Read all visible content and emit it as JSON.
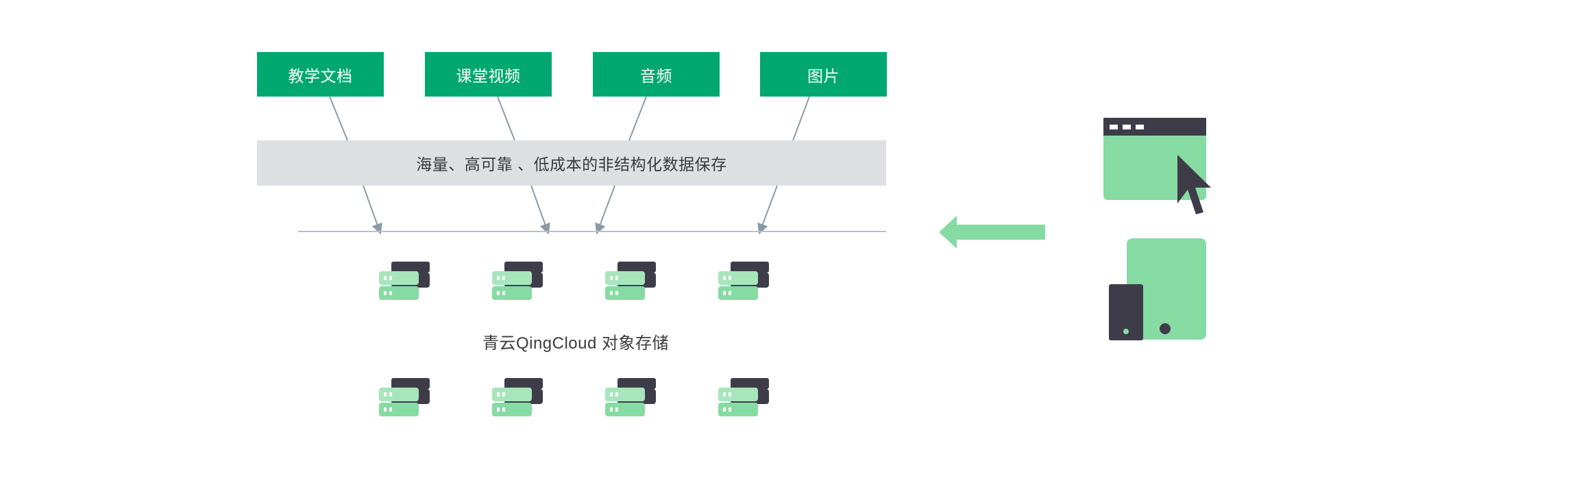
{
  "data_types": [
    {
      "label": "教学文档"
    },
    {
      "label": "课堂视频"
    },
    {
      "label": "音频"
    },
    {
      "label": "图片"
    }
  ],
  "banner": {
    "text": "海量、高可靠 、低成本的非结构化数据保存"
  },
  "storage": {
    "title": "青云QingCloud 对象存储",
    "server_rows": 2,
    "servers_per_row": 4
  },
  "colors": {
    "accent_green": "#00a86f",
    "light_green": "#86dba3",
    "pale_green": "#a7e6bb",
    "dark": "#3f3c4a",
    "banner_gray": "#dddfe3",
    "line_gray": "#8c9aa8"
  },
  "icons": {
    "browser": "browser-window-with-cursor-icon",
    "devices": "tablet-and-phone-icon",
    "arrow": "left-arrow-icon",
    "server": "server-stack-icon"
  }
}
